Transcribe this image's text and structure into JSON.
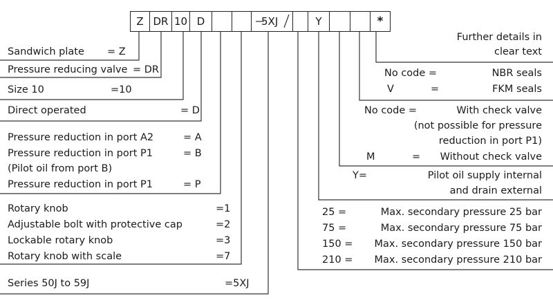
{
  "code_boxes": [
    "Z",
    "DR",
    "10",
    "D",
    "",
    "",
    "5XJ",
    "",
    "Y",
    "",
    "",
    "*"
  ],
  "left": {
    "sandwich_plate": "Sandwich plate",
    "sandwich_plate_code": "= Z",
    "valve": "Pressure reducing valve",
    "valve_code": "= DR",
    "size": "Size 10",
    "size_code": "=10",
    "direct": "Direct operated",
    "direct_code": "= D",
    "port_a2": "Pressure reduction in port A2",
    "port_a2_code": "= A",
    "port_p1_b": "Pressure reduction in port P1",
    "port_p1_b_code": "= B",
    "pilot_b": "(Pilot oil from port B)",
    "port_p1_p": "Pressure reduction in port P1",
    "port_p1_p_code": "= P",
    "rotary": "Rotary knob",
    "rotary_code": "=1",
    "bolt": "Adjustable bolt with protective cap",
    "bolt_code": "=2",
    "lockable": "Lockable rotary knob",
    "lockable_code": "=3",
    "scale": "Rotary knob with scale",
    "scale_code": "=7",
    "series": "Series 50J to 59J",
    "series_code": "=5XJ"
  },
  "right": {
    "details_1": "Further details in",
    "details_2": "clear text",
    "nbr_code": "No code =",
    "nbr": "NBR seals",
    "fkm_code": "V",
    "fkm_eq": "=",
    "fkm": "FKM seals",
    "check_code": "No code =",
    "check": "With  check valve",
    "check_note_1": "(not possible for pressure",
    "check_note_2": "reduction in port P1)",
    "m_code": "M",
    "m_eq": "=",
    "m": "Without check valve",
    "y_code": "Y=",
    "y_1": "Pilot oil supply internal",
    "y_2": "and drain external",
    "p25_code": "25 =",
    "p25": "Max. secondary pressure 25 bar",
    "p75_code": "75 =",
    "p75": "Max. secondary pressure 75 bar",
    "p150_code": "150 =",
    "p150": "Max. secondary pressure 150 bar",
    "p210_code": "210 =",
    "p210": "Max. secondary pressure 210 bar"
  }
}
